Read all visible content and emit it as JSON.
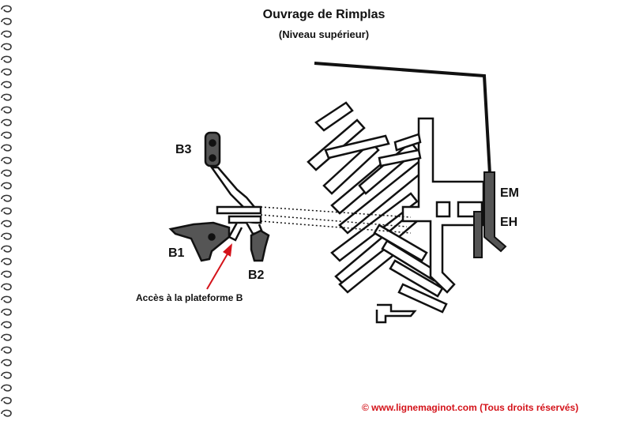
{
  "header": {
    "title": "Ouvrage de Rimplas",
    "subtitle": "(Niveau supérieur)"
  },
  "labels": {
    "b3": "B3",
    "b1": "B1",
    "b2": "B2",
    "em": "EM",
    "eh": "EH"
  },
  "annotation": {
    "access_text": "Accès à la plateforme B"
  },
  "footer": {
    "copyright": "© www.lignemaginot.com (Tous droits réservés)"
  },
  "colors": {
    "line": "#111111",
    "block_fill": "#555555",
    "arrow": "#d4131a",
    "copyright": "#d4131a"
  }
}
